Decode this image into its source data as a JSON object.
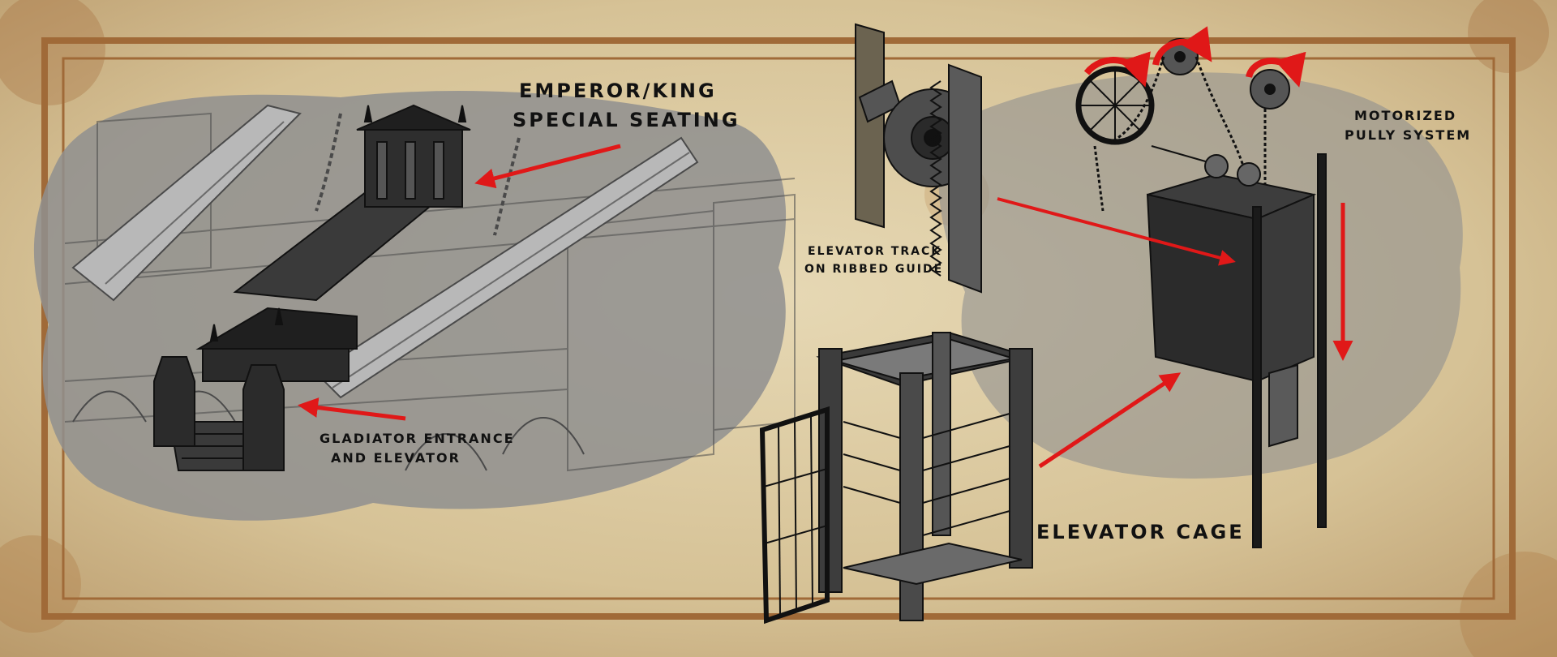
{
  "labels": {
    "emperor_line1": "EMPEROR/KING",
    "emperor_line2": "SPECIAL SEATING",
    "gladiator_line1": "GLADIATOR ENTRANCE",
    "gladiator_line2": "AND ELEVATOR",
    "track_line1": "ELEVATOR TRACK",
    "track_line2": "ON RIBBED GUIDE",
    "pully_line1": "MOTORIZED",
    "pully_line2": "PULLY SYSTEM",
    "cage": "ELEVATOR CAGE"
  },
  "colors": {
    "parchment": "#d2bf95",
    "parchment_light": "#e3d4b0",
    "border_brown": "#9a6a3c",
    "ink": "#1a1a1a",
    "arrow_red": "#e01818",
    "wash_gray": "#8c8c8c"
  }
}
